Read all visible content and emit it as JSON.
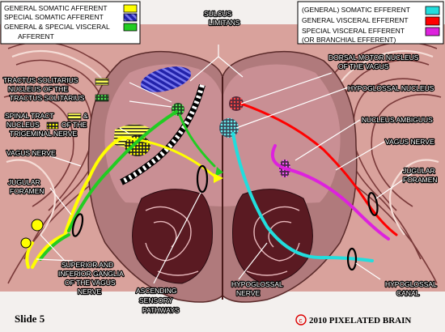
{
  "legend_afferent": {
    "items": [
      {
        "label": "GENERAL SOMATIC AFFERENT",
        "color": "#ffff00"
      },
      {
        "label": "SPECIAL SOMATIC AFFERENT",
        "color": "#3333cc"
      },
      {
        "label": "GENERAL & SPECIAL VISCERAL",
        "label2": "AFFERENT",
        "color": "#22cc22"
      }
    ]
  },
  "legend_efferent": {
    "items": [
      {
        "label": "(GENERAL) SOMATIC EFFERENT",
        "color": "#22dddd"
      },
      {
        "label": "GENERAL VISCERAL EFFERENT",
        "color": "#ff0000"
      },
      {
        "label": "SPECIAL VISCERAL EFFERENT",
        "label2": "(OR BRANCHIAL EFFERENT)",
        "color": "#dd22dd"
      }
    ]
  },
  "labels": {
    "sulcus_limitans": [
      "SULCUS",
      "LIMITANS"
    ],
    "tractus_solitarius": [
      "TRACTUS SOLITARIUS",
      "NUCLEUS OF THE",
      "TRACTUS SOLITARIUS"
    ],
    "spinal_tract": [
      "SPINAL TRACT",
      "NUCLEUS",
      "OF THE",
      "TRIGEMINAL NERVE"
    ],
    "spinal_tract_amp": "&",
    "vagus_nerve_left": "VAGUS NERVE",
    "jugular_foramen_left": [
      "JUGULAR",
      "FORAMEN"
    ],
    "dorsal_motor": [
      "DORSAL MOTOR NUCLEUS",
      "OF THE VAGUS"
    ],
    "hypoglossal_nucleus": "HYPOGLOSSAL NUCLEUS",
    "nucleus_ambiguus": "NUCLEUS AMBIGUUS",
    "vagus_nerve_right": "VAGUS NERVE",
    "jugular_foramen_right": [
      "JUGULAR",
      "FORAMEN"
    ],
    "ganglia": [
      "SUPERIOR AND",
      "INFERIOR GANGLIA",
      "OF THE VAGUS",
      "NERVE"
    ],
    "ascending": [
      "ASCENDING",
      "SENSORY",
      "PATHWAYS"
    ],
    "hypoglossal_nerve": [
      "HYPOGLOSSAL",
      "NERVE"
    ],
    "hypoglossal_canal": [
      "HYPOGLOSSAL",
      "CANAL"
    ]
  },
  "footer": {
    "slide": "Slide 5",
    "copyright_symbol": "c",
    "copyright": "2010  PIXELATED BRAIN"
  }
}
